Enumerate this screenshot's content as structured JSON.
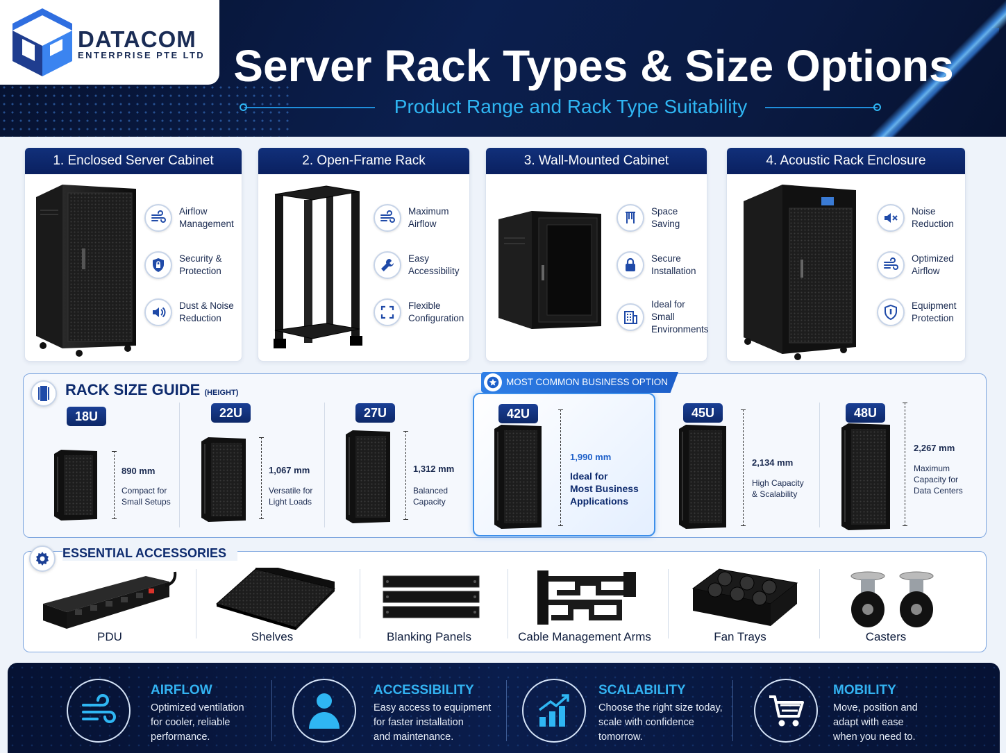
{
  "brand": {
    "name": "DATACOM",
    "subtitle": "ENTERPRISE PTE LTD"
  },
  "header": {
    "title": "Server Rack Types & Size Options",
    "subtitle": "Product Range and Rack Type Suitability"
  },
  "rack_types": [
    {
      "title": "1. Enclosed Server Cabinet",
      "features": [
        {
          "icon": "airflow-icon",
          "label": "Airflow\nManagement"
        },
        {
          "icon": "shield-lock-icon",
          "label": "Security &\nProtection"
        },
        {
          "icon": "speaker-icon",
          "label": "Dust & Noise\nReduction"
        }
      ]
    },
    {
      "title": "2. Open-Frame Rack",
      "features": [
        {
          "icon": "airflow-icon",
          "label": "Maximum\nAirflow"
        },
        {
          "icon": "wrench-icon",
          "label": "Easy\nAccessibility"
        },
        {
          "icon": "expand-icon",
          "label": "Flexible\nConfiguration"
        }
      ]
    },
    {
      "title": "3. Wall-Mounted Cabinet",
      "features": [
        {
          "icon": "wall-mount-icon",
          "label": "Space\nSaving"
        },
        {
          "icon": "padlock-icon",
          "label": "Secure\nInstallation"
        },
        {
          "icon": "building-icon",
          "label": "Ideal for Small\nEnvironments"
        }
      ]
    },
    {
      "title": "4. Acoustic Rack Enclosure",
      "features": [
        {
          "icon": "mute-icon",
          "label": "Noise\nReduction"
        },
        {
          "icon": "airflow-icon",
          "label": "Optimized\nAirflow"
        },
        {
          "icon": "shield-icon",
          "label": "Equipment\nProtection"
        }
      ]
    }
  ],
  "size_guide": {
    "title": "RACK SIZE GUIDE",
    "title_note": "(HEIGHT)",
    "highlight_label": "MOST COMMON BUSINESS OPTION",
    "sizes": [
      {
        "label": "18U",
        "height": "890 mm",
        "note": "Compact for\nSmall Setups"
      },
      {
        "label": "22U",
        "height": "1,067 mm",
        "note": "Versatile for\nLight Loads"
      },
      {
        "label": "27U",
        "height": "1,312 mm",
        "note": "Balanced\nCapacity"
      },
      {
        "label": "42U",
        "height": "1,990 mm",
        "note": "Ideal for\nMost Business\nApplications"
      },
      {
        "label": "45U",
        "height": "2,134 mm",
        "note": "High Capacity\n& Scalability"
      },
      {
        "label": "48U",
        "height": "2,267 mm",
        "note": "Maximum\nCapacity for\nData Centers"
      }
    ]
  },
  "accessories": {
    "title": "ESSENTIAL ACCESSORIES",
    "items": [
      "PDU",
      "Shelves",
      "Blanking Panels",
      "Cable Management Arms",
      "Fan Trays",
      "Casters"
    ]
  },
  "benefits": [
    {
      "title": "AIRFLOW",
      "text": "Optimized ventilation\nfor cooler, reliable\nperformance.",
      "icon": "wind-icon"
    },
    {
      "title": "ACCESSIBILITY",
      "text": "Easy access to equipment\nfor faster installation\nand maintenance.",
      "icon": "person-icon"
    },
    {
      "title": "SCALABILITY",
      "text": "Choose the right size today,\nscale with confidence\ntomorrow.",
      "icon": "growth-chart-icon"
    },
    {
      "title": "MOBILITY",
      "text": "Move, position and\nadapt with ease\nwhen you need to.",
      "icon": "cart-icon"
    }
  ],
  "colors": {
    "navy": "#0a2060",
    "accent": "#2fb6f3",
    "highlight": "#3d8fea"
  }
}
